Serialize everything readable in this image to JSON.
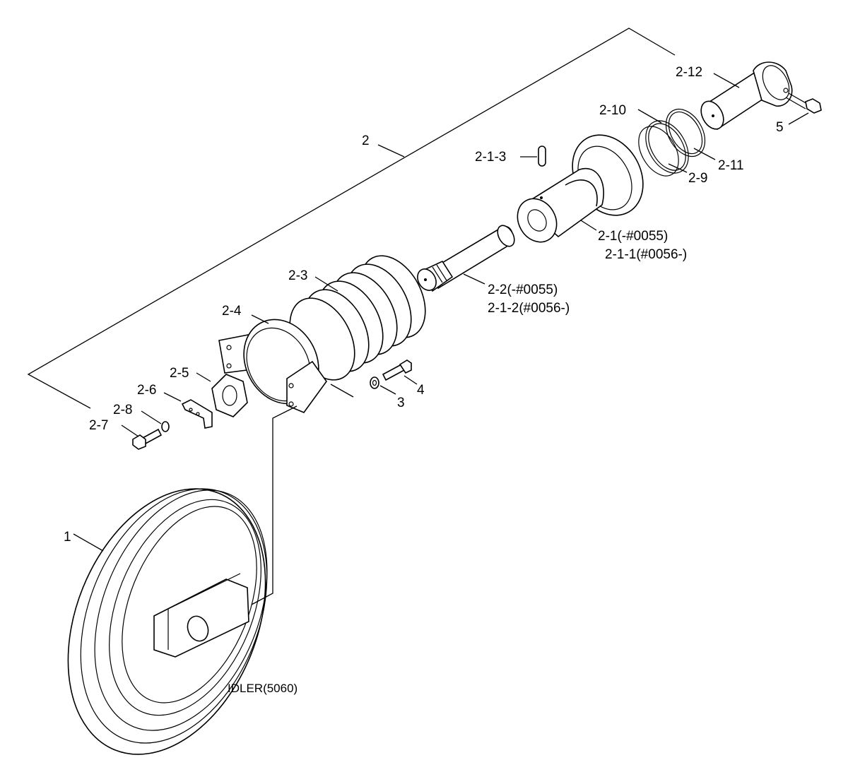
{
  "diagram": {
    "labels": {
      "l_2": "2",
      "l_2_12": "2-12",
      "l_5": "5",
      "l_2_10": "2-10",
      "l_2_11": "2-11",
      "l_2_9": "2-9",
      "l_2_1_3": "2-1-3",
      "l_2_1": "2-1(-#0055)",
      "l_2_1_1": "2-1-1(#0056-)",
      "l_2_3": "2-3",
      "l_2_2": "2-2(-#0055)",
      "l_2_1_2": "2-1-2(#0056-)",
      "l_2_4": "2-4",
      "l_2_5": "2-5",
      "l_2_6": "2-6",
      "l_2_8": "2-8",
      "l_2_7": "2-7",
      "l_3": "3",
      "l_4": "4",
      "l_1": "1"
    },
    "caption": "IDLER(5060)"
  }
}
